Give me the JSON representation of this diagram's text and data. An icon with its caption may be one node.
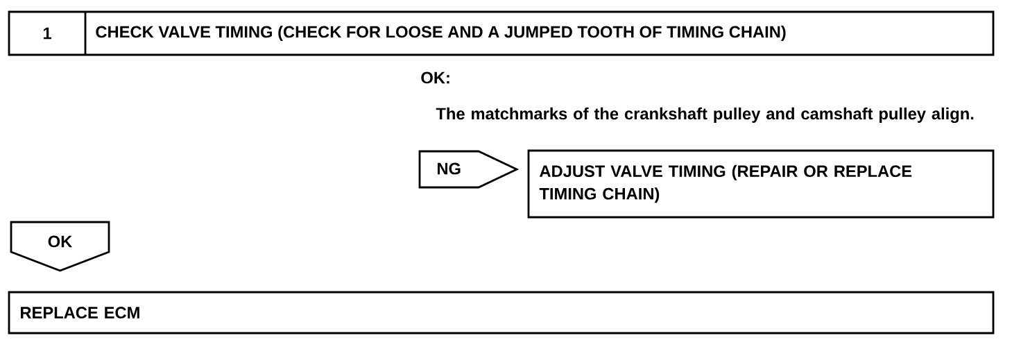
{
  "diagram": {
    "nodes": [
      {
        "text": [
          "1",
          "CHECK VALVE TIMING (CHECK FOR LOOSE AND A JUMPED TOOTH OF TIMING CHAIN)"
        ]
      },
      {
        "text": [
          "NG"
        ]
      },
      {
        "text": [
          "ADJUST VALVE TIMING (REPAIR OR REPLACE TIMING CHAIN)"
        ]
      },
      {
        "text": [
          "OK"
        ]
      },
      {
        "text": [
          "REPLACE ECM"
        ]
      }
    ],
    "labels": [
      "OK:",
      "The matchmarks of the crankshaft pulley and camshaft pulley align."
    ]
  }
}
